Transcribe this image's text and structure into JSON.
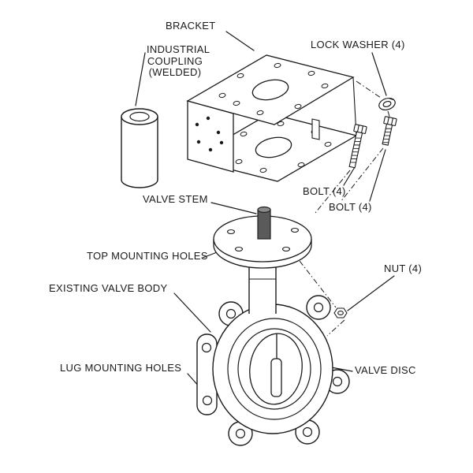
{
  "colors": {
    "ink": "#1a1a1a",
    "paper": "#ffffff",
    "stem_fill": "#5a5a5a",
    "stem_top": "#8a8a8a"
  },
  "diagram": {
    "labels": {
      "bracket": "BRACKET",
      "industrial_coupling": "INDUSTRIAL\nCOUPLING\n(WELDED)",
      "lock_washer": "LOCK WASHER (4)",
      "valve_stem": "VALVE STEM",
      "bolt_top": "BOLT (4)",
      "bolt_side": "BOLT (4)",
      "top_mounting_holes": "TOP MOUNTING HOLES",
      "nut": "NUT (4)",
      "existing_valve_body": "EXISTING VALVE BODY",
      "valve_disc": "VALVE DISC",
      "lug_mounting_holes": "LUG MOUNTING HOLES"
    }
  }
}
